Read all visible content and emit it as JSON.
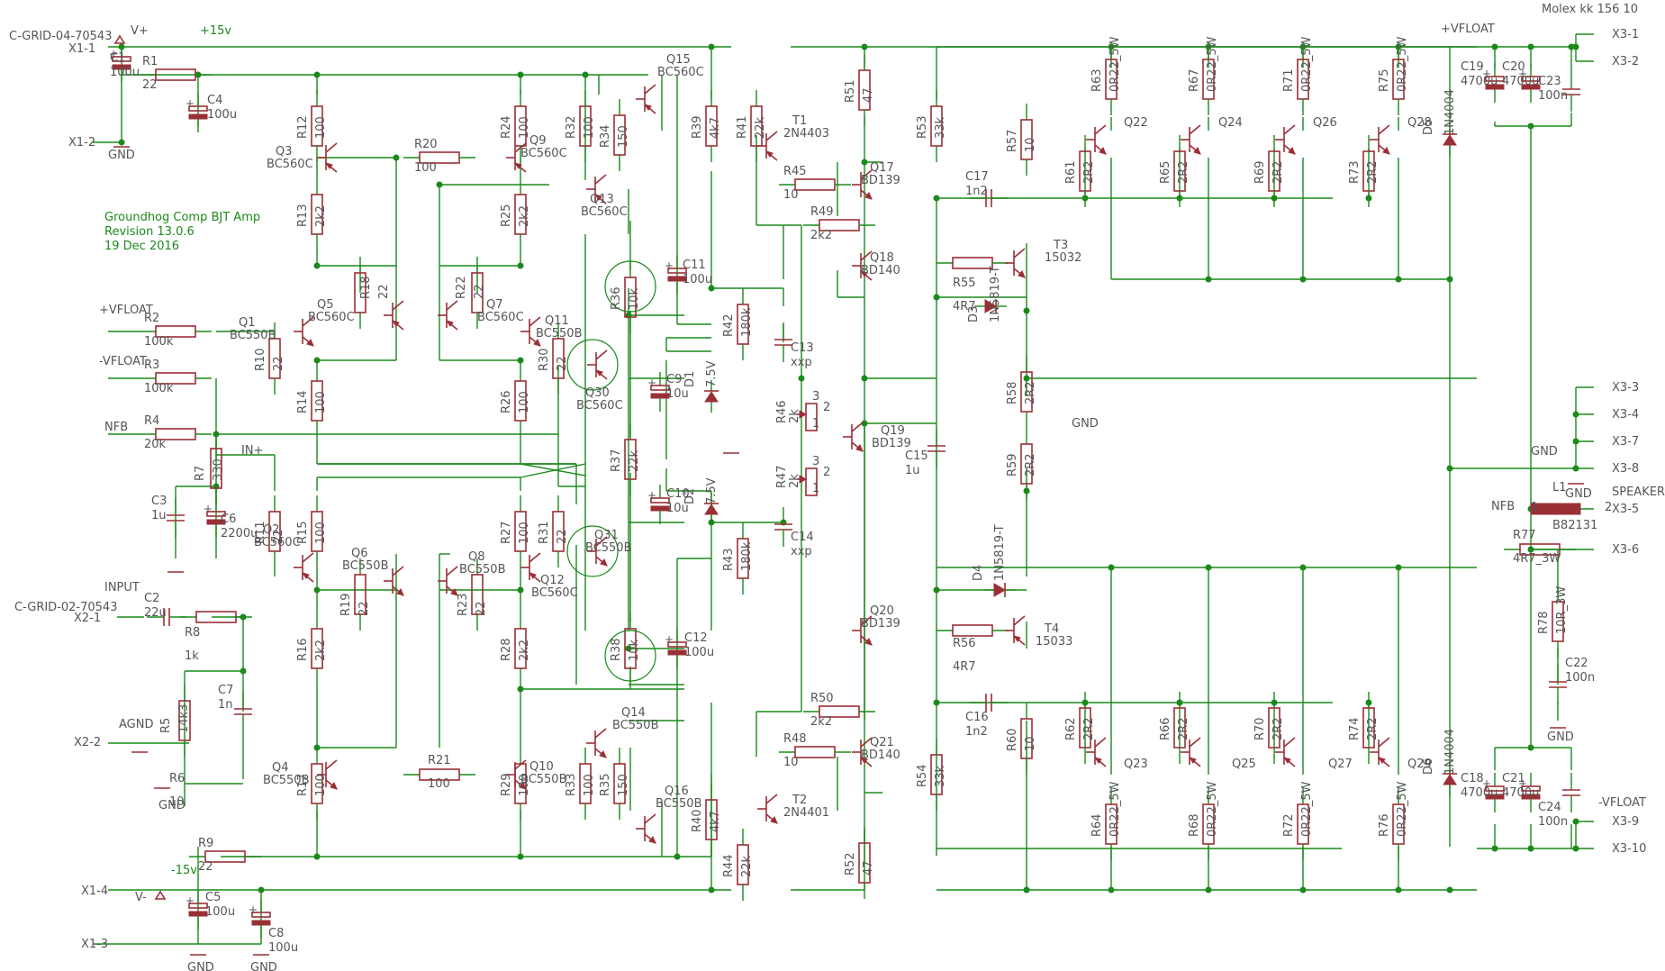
{
  "title_block": {
    "line1": "Groundhog Comp BJT Amp",
    "line2": "Revision 13.0.6",
    "line3": "19 Dec 2016"
  },
  "connectors": {
    "top_left": "C-GRID-04-70543",
    "input": "C-GRID-02-70543",
    "top_right": "Molex kk 156 10"
  },
  "rails": {
    "vplus": "V+",
    "p15": "+15v",
    "n15": "-15v",
    "vminus": "V-",
    "vfloat_p": "+VFLOAT",
    "vfloat_n": "-VFLOAT",
    "gnd": "GND",
    "agnd": "AGND",
    "nfb": "NFB",
    "in_plus": "IN+",
    "input": "INPUT",
    "speaker": "SPEAKER"
  },
  "pins": {
    "x1_1": "X1-1",
    "x1_2": "X1-2",
    "x1_3": "X1-3",
    "x1_4": "X1-4",
    "x2_1": "X2-1",
    "x2_2": "X2-2",
    "x3_1": "X3-1",
    "x3_2": "X3-2",
    "x3_3": "X3-3",
    "x3_4": "X3-4",
    "x3_5": "X3-5",
    "x3_6": "X3-6",
    "x3_7": "X3-7",
    "x3_8": "X3-8",
    "x3_9": "X3-9",
    "x3_10": "X3-10"
  },
  "resistors": [
    {
      "ref": "R1",
      "val": "22"
    },
    {
      "ref": "R2",
      "val": "100k"
    },
    {
      "ref": "R3",
      "val": "100k"
    },
    {
      "ref": "R4",
      "val": "20k"
    },
    {
      "ref": "R5",
      "val": "14k3"
    },
    {
      "ref": "R6",
      "val": "10"
    },
    {
      "ref": "R7",
      "val": "330"
    },
    {
      "ref": "R8",
      "val": "1k"
    },
    {
      "ref": "R9",
      "val": "22"
    },
    {
      "ref": "R10",
      "val": "22"
    },
    {
      "ref": "R11",
      "val": "22"
    },
    {
      "ref": "R12",
      "val": "100"
    },
    {
      "ref": "R13",
      "val": "2k2"
    },
    {
      "ref": "R14",
      "val": "100"
    },
    {
      "ref": "R15",
      "val": "100"
    },
    {
      "ref": "R16",
      "val": "2k2"
    },
    {
      "ref": "R17",
      "val": "100"
    },
    {
      "ref": "R18",
      "val": "22"
    },
    {
      "ref": "R19",
      "val": "22"
    },
    {
      "ref": "R20",
      "val": "100"
    },
    {
      "ref": "R21",
      "val": "100"
    },
    {
      "ref": "R22",
      "val": "22"
    },
    {
      "ref": "R23",
      "val": "22"
    },
    {
      "ref": "R24",
      "val": "100"
    },
    {
      "ref": "R25",
      "val": "2k2"
    },
    {
      "ref": "R26",
      "val": "100"
    },
    {
      "ref": "R27",
      "val": "100"
    },
    {
      "ref": "R28",
      "val": "2k2"
    },
    {
      "ref": "R29",
      "val": "100"
    },
    {
      "ref": "R30",
      "val": "22"
    },
    {
      "ref": "R31",
      "val": "22"
    },
    {
      "ref": "R32",
      "val": "100"
    },
    {
      "ref": "R33",
      "val": "100"
    },
    {
      "ref": "R34",
      "val": "150"
    },
    {
      "ref": "R35",
      "val": "150"
    },
    {
      "ref": "R36",
      "val": "10k"
    },
    {
      "ref": "R37",
      "val": "22k"
    },
    {
      "ref": "R38",
      "val": "10k"
    },
    {
      "ref": "R39",
      "val": "4k7"
    },
    {
      "ref": "R40",
      "val": "4k7"
    },
    {
      "ref": "R41",
      "val": "22k"
    },
    {
      "ref": "R42",
      "val": "180k"
    },
    {
      "ref": "R43",
      "val": "180k"
    },
    {
      "ref": "R44",
      "val": "22k"
    },
    {
      "ref": "R45",
      "val": "10"
    },
    {
      "ref": "R48",
      "val": "10"
    },
    {
      "ref": "R49",
      "val": "2k2"
    },
    {
      "ref": "R50",
      "val": "2k2"
    },
    {
      "ref": "R51",
      "val": "47"
    },
    {
      "ref": "R52",
      "val": "47"
    },
    {
      "ref": "R53",
      "val": "33k"
    },
    {
      "ref": "R54",
      "val": "33k"
    },
    {
      "ref": "R55",
      "val": "4R7"
    },
    {
      "ref": "R56",
      "val": "4R7"
    },
    {
      "ref": "R57",
      "val": "10"
    },
    {
      "ref": "R58",
      "val": "2R2"
    },
    {
      "ref": "R59",
      "val": "2R2"
    },
    {
      "ref": "R60",
      "val": "10"
    },
    {
      "ref": "R61",
      "val": "2R2"
    },
    {
      "ref": "R62",
      "val": "2R2"
    },
    {
      "ref": "R63",
      "val": "0R22_5W"
    },
    {
      "ref": "R64",
      "val": "0R22_5W"
    },
    {
      "ref": "R65",
      "val": "2R2"
    },
    {
      "ref": "R66",
      "val": "2R2"
    },
    {
      "ref": "R67",
      "val": "0R22_5W"
    },
    {
      "ref": "R68",
      "val": "0R22_5W"
    },
    {
      "ref": "R69",
      "val": "2R2"
    },
    {
      "ref": "R70",
      "val": "2R2"
    },
    {
      "ref": "R71",
      "val": "0R22_5W"
    },
    {
      "ref": "R72",
      "val": "0R22_5W"
    },
    {
      "ref": "R73",
      "val": "2R2"
    },
    {
      "ref": "R74",
      "val": "2R2"
    },
    {
      "ref": "R75",
      "val": "0R22_5W"
    },
    {
      "ref": "R76",
      "val": "0R22_5W"
    },
    {
      "ref": "R77",
      "val": "4R7_3W"
    },
    {
      "ref": "R78",
      "val": "10R_3W"
    }
  ],
  "capacitors": [
    {
      "ref": "C1",
      "val": "100u"
    },
    {
      "ref": "C2",
      "val": "22u"
    },
    {
      "ref": "C3",
      "val": "1u"
    },
    {
      "ref": "C4",
      "val": "100u"
    },
    {
      "ref": "C5",
      "val": "100u"
    },
    {
      "ref": "C6",
      "val": "2200u"
    },
    {
      "ref": "C7",
      "val": "1n"
    },
    {
      "ref": "C8",
      "val": "100u"
    },
    {
      "ref": "C9",
      "val": "10u"
    },
    {
      "ref": "C10",
      "val": "10u"
    },
    {
      "ref": "C11",
      "val": "100u"
    },
    {
      "ref": "C12",
      "val": "100u"
    },
    {
      "ref": "C13",
      "val": "xxp"
    },
    {
      "ref": "C14",
      "val": "xxp"
    },
    {
      "ref": "C15",
      "val": "1u"
    },
    {
      "ref": "C16",
      "val": "1n2"
    },
    {
      "ref": "C17",
      "val": "1n2"
    },
    {
      "ref": "C18",
      "val": "4700u"
    },
    {
      "ref": "C19",
      "val": "4700u"
    },
    {
      "ref": "C20",
      "val": "4700u"
    },
    {
      "ref": "C21",
      "val": "4700u"
    },
    {
      "ref": "C22",
      "val": "100n"
    },
    {
      "ref": "C23",
      "val": "100n"
    },
    {
      "ref": "C24",
      "val": "100n"
    }
  ],
  "transistors": [
    {
      "ref": "Q1",
      "val": "BC550B"
    },
    {
      "ref": "Q2",
      "val": "BC560C"
    },
    {
      "ref": "Q3",
      "val": "BC560C"
    },
    {
      "ref": "Q4",
      "val": "BC550B"
    },
    {
      "ref": "Q5",
      "val": "BC560C"
    },
    {
      "ref": "Q6",
      "val": "BC550B"
    },
    {
      "ref": "Q7",
      "val": "BC560C"
    },
    {
      "ref": "Q8",
      "val": "BC550B"
    },
    {
      "ref": "Q9",
      "val": "BC560C"
    },
    {
      "ref": "Q10",
      "val": "BC550B"
    },
    {
      "ref": "Q11",
      "val": "BC550B"
    },
    {
      "ref": "Q12",
      "val": "BC560C"
    },
    {
      "ref": "Q13",
      "val": "BC560C"
    },
    {
      "ref": "Q14",
      "val": "BC550B"
    },
    {
      "ref": "Q15",
      "val": "BC560C"
    },
    {
      "ref": "Q16",
      "val": "BC550B"
    },
    {
      "ref": "Q17",
      "val": "BD139"
    },
    {
      "ref": "Q18",
      "val": "BD140"
    },
    {
      "ref": "Q19",
      "val": "BD139"
    },
    {
      "ref": "Q20",
      "val": "BD139"
    },
    {
      "ref": "Q21",
      "val": "BD140"
    },
    {
      "ref": "Q22",
      "val": ""
    },
    {
      "ref": "Q23",
      "val": ""
    },
    {
      "ref": "Q24",
      "val": ""
    },
    {
      "ref": "Q25",
      "val": ""
    },
    {
      "ref": "Q26",
      "val": ""
    },
    {
      "ref": "Q27",
      "val": ""
    },
    {
      "ref": "Q28",
      "val": ""
    },
    {
      "ref": "Q29",
      "val": ""
    },
    {
      "ref": "Q30",
      "val": "BC560C"
    },
    {
      "ref": "Q31",
      "val": "BC550B"
    },
    {
      "ref": "T1",
      "val": "2N4403"
    },
    {
      "ref": "T2",
      "val": "2N4401"
    },
    {
      "ref": "T3",
      "val": "15032"
    },
    {
      "ref": "T4",
      "val": "15033"
    }
  ],
  "diodes": [
    {
      "ref": "D1",
      "val": "7.5V"
    },
    {
      "ref": "D2",
      "val": "7.5V"
    },
    {
      "ref": "D3",
      "val": "1N5819-T"
    },
    {
      "ref": "D4",
      "val": "1N5819-T"
    },
    {
      "ref": "D5",
      "val": "1N4004"
    },
    {
      "ref": "D6",
      "val": "1N4004"
    }
  ],
  "pots": [
    {
      "ref": "R46",
      "val": "2k"
    },
    {
      "ref": "R47",
      "val": "2k"
    }
  ],
  "inductor": {
    "ref": "L1",
    "val": "B82131"
  },
  "pot_pins": {
    "p1": "1",
    "p2": "2",
    "p3": "3"
  },
  "colors": {
    "wire": "#1a8a1a",
    "part": "#9a2f36",
    "text": "#555555"
  }
}
